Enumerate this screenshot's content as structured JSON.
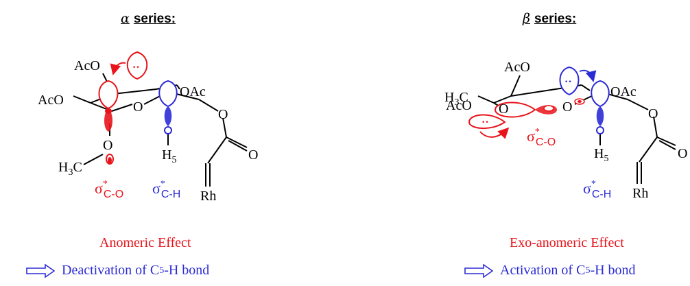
{
  "alpha": {
    "greek": "α",
    "title": "series:",
    "groups": {
      "aco_top": "AcO",
      "aco_left": "AcO",
      "oac": "OAc",
      "ring_o": "O",
      "ester_o": "O",
      "carbonyl_o": "O",
      "methoxy_o": "O",
      "h3c": "H",
      "h3c_sub": "3",
      "h3c_c": "C",
      "h5": "H",
      "h5_sub": "5",
      "rh": "Rh",
      "lone_pair": "··"
    },
    "labels": {
      "sigma_co": "σ",
      "sigma_co_star": "*",
      "sigma_co_sub": "C-O",
      "sigma_ch": "σ",
      "sigma_ch_star": "*",
      "sigma_ch_sub": "C-H"
    },
    "effect": "Anomeric Effect",
    "conclusion": {
      "text": "Deactivation of C",
      "sub": "5",
      "tail": "-H bond"
    }
  },
  "beta": {
    "greek": "β",
    "title": "series:",
    "groups": {
      "h3c": "H",
      "h3c_sub": "3",
      "h3c_c": "C",
      "aco_top": "AcO",
      "aco_left": "AcO",
      "oac": "OAc",
      "ring_o_left": "O",
      "ring_o_right": "O",
      "ester_o": "O",
      "carbonyl_o": "O",
      "h5": "H",
      "h5_sub": "5",
      "rh": "Rh",
      "lone_pair_a": "··",
      "lone_pair_b": "··"
    },
    "labels": {
      "sigma_co": "σ",
      "sigma_co_star": "*",
      "sigma_co_sub": "C-O",
      "sigma_ch": "σ",
      "sigma_ch_star": "*",
      "sigma_ch_sub": "C-H"
    },
    "effect": "Exo-anomeric Effect",
    "conclusion": {
      "text": "Activation of C",
      "sub": "5",
      "tail": "-H bond"
    }
  },
  "colors": {
    "red": "#e8141b",
    "blue": "#2b2bd6",
    "black": "#000000"
  },
  "icons": {
    "implies": "hollow-right-arrow-icon",
    "curved": "curved-arrow-icon"
  }
}
